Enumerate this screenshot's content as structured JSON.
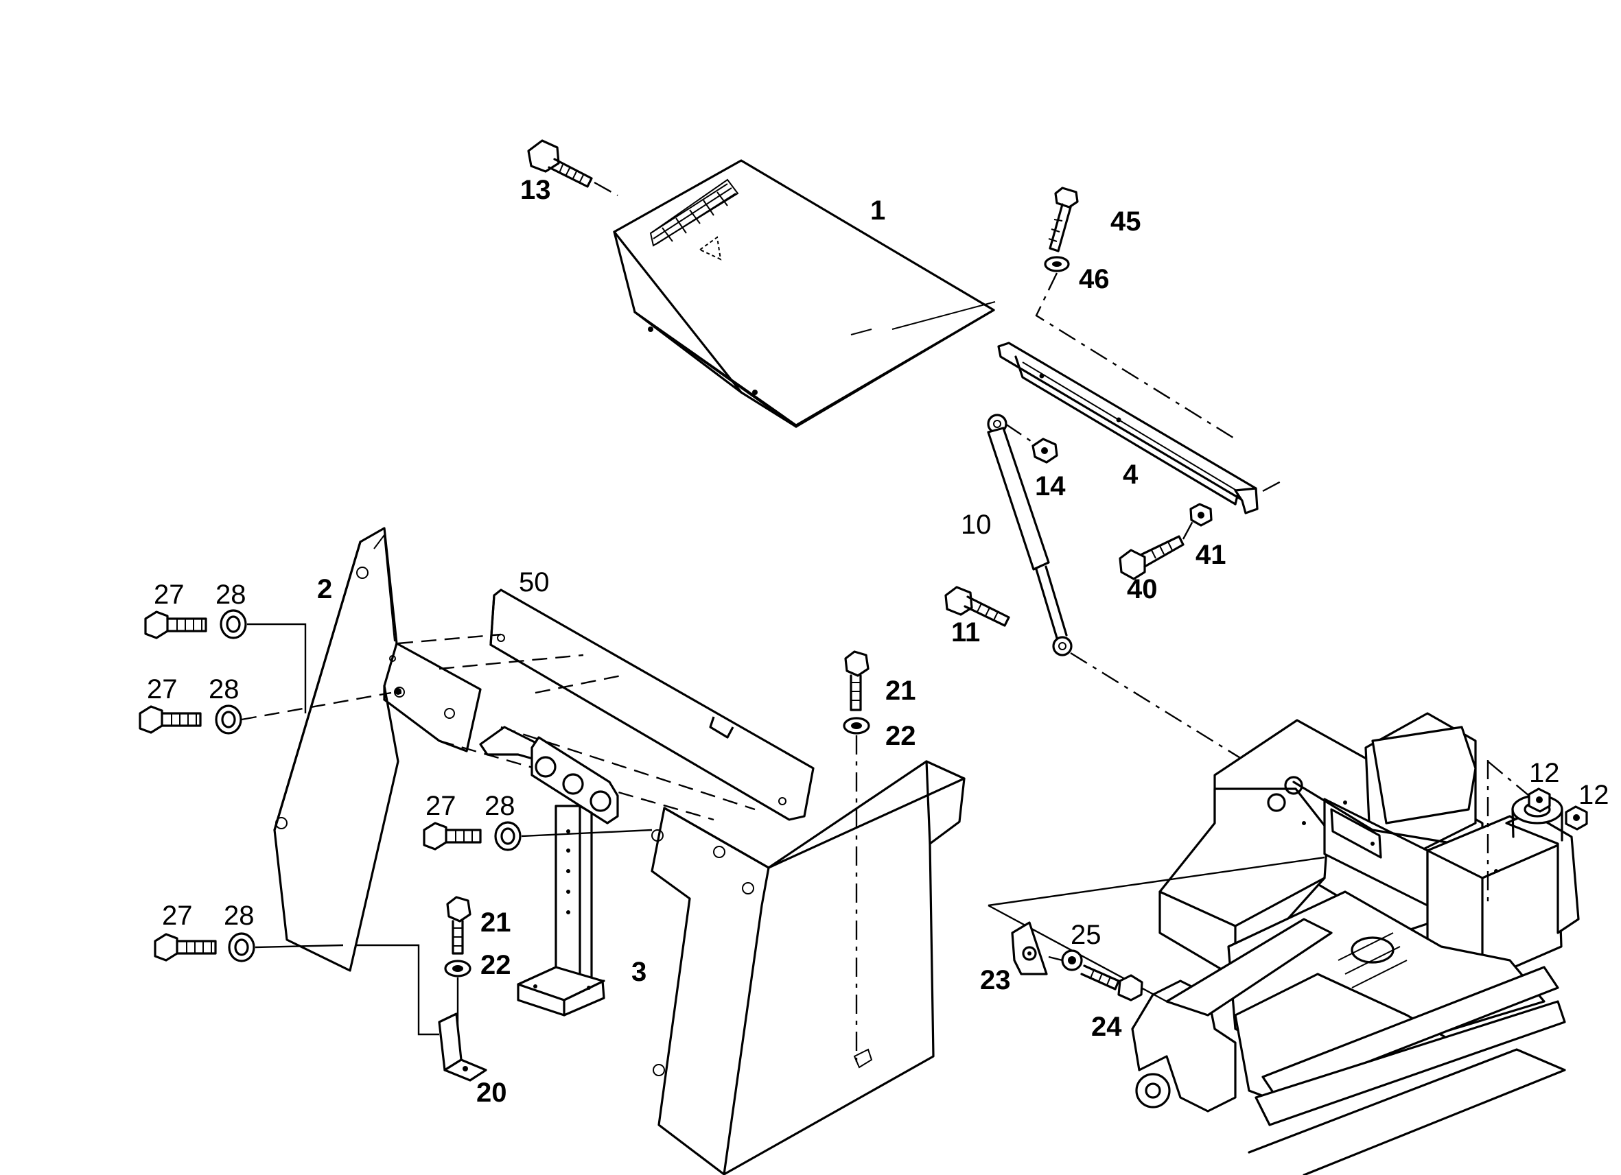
{
  "callouts": [
    {
      "id": "c13",
      "text": "13",
      "bold": true
    },
    {
      "id": "c1",
      "text": "1",
      "bold": true
    },
    {
      "id": "c45",
      "text": "45",
      "bold": true
    },
    {
      "id": "c46",
      "text": "46",
      "bold": true
    },
    {
      "id": "c14",
      "text": "14",
      "bold": true
    },
    {
      "id": "c4",
      "text": "4",
      "bold": true
    },
    {
      "id": "c10",
      "text": "10",
      "bold": false
    },
    {
      "id": "c41",
      "text": "41",
      "bold": true
    },
    {
      "id": "c40",
      "text": "40",
      "bold": true
    },
    {
      "id": "c11",
      "text": "11",
      "bold": true
    },
    {
      "id": "c27a",
      "text": "27",
      "bold": false
    },
    {
      "id": "c28a",
      "text": "28",
      "bold": false
    },
    {
      "id": "c2",
      "text": "2",
      "bold": true
    },
    {
      "id": "c50",
      "text": "50",
      "bold": false
    },
    {
      "id": "c27b",
      "text": "27",
      "bold": false
    },
    {
      "id": "c28b",
      "text": "28",
      "bold": false
    },
    {
      "id": "c21a",
      "text": "21",
      "bold": true
    },
    {
      "id": "c22a",
      "text": "22",
      "bold": true
    },
    {
      "id": "c27c",
      "text": "27",
      "bold": false
    },
    {
      "id": "c28c",
      "text": "28",
      "bold": false
    },
    {
      "id": "c21b",
      "text": "21",
      "bold": true
    },
    {
      "id": "c22b",
      "text": "22",
      "bold": true
    },
    {
      "id": "c27d",
      "text": "27",
      "bold": false
    },
    {
      "id": "c28d",
      "text": "28",
      "bold": false
    },
    {
      "id": "c3",
      "text": "3",
      "bold": true
    },
    {
      "id": "c20",
      "text": "20",
      "bold": true
    },
    {
      "id": "c12a",
      "text": "12",
      "bold": false
    },
    {
      "id": "c12b",
      "text": "12",
      "bold": false
    },
    {
      "id": "c25",
      "text": "25",
      "bold": false
    },
    {
      "id": "c23",
      "text": "23",
      "bold": true
    },
    {
      "id": "c24",
      "text": "24",
      "bold": true
    }
  ]
}
